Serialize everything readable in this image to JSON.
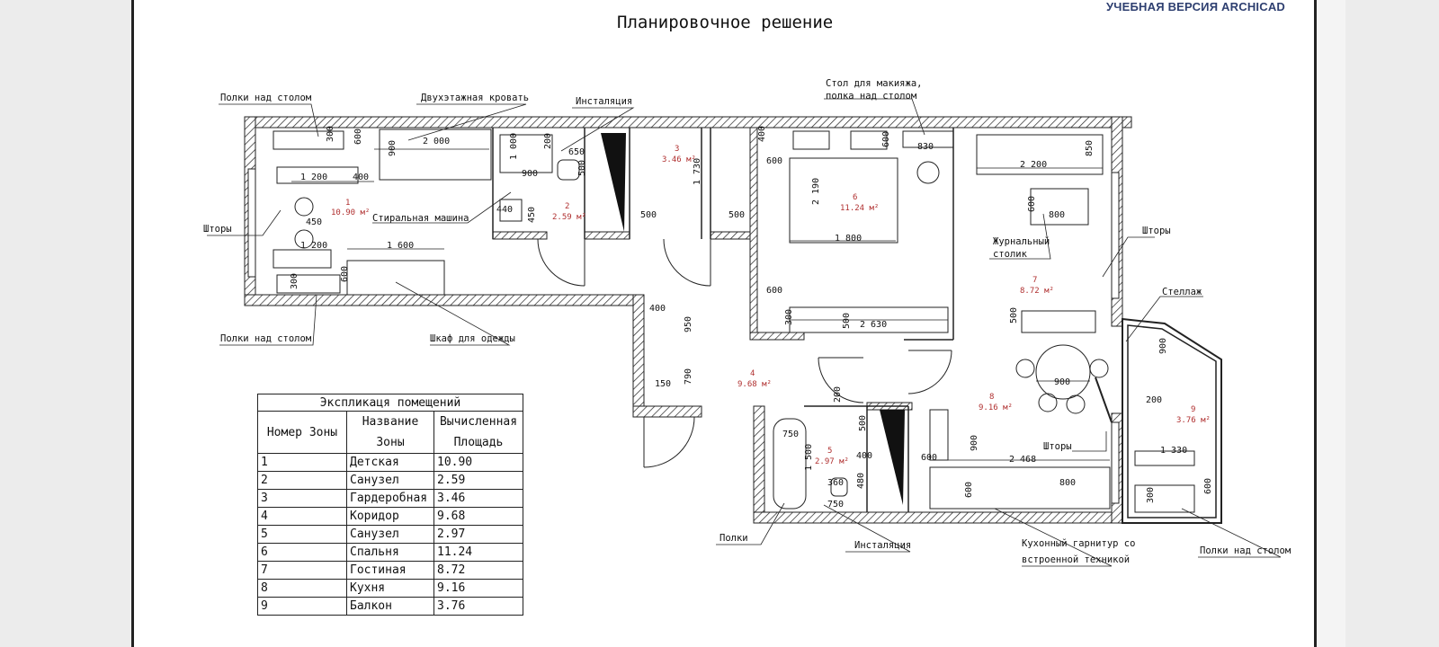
{
  "watermark": "УЧЕБНАЯ ВЕРСИЯ ARCHICAD",
  "title": "Планировочное решение",
  "rooms": [
    {
      "id": "1",
      "area": "10.90 м²"
    },
    {
      "id": "2",
      "area": "2.59 м²"
    },
    {
      "id": "3",
      "area": "3.46 м²"
    },
    {
      "id": "4",
      "area": "9.68 м²"
    },
    {
      "id": "5",
      "area": "2.97 м²"
    },
    {
      "id": "6",
      "area": "11.24 м²"
    },
    {
      "id": "7",
      "area": "8.72 м²"
    },
    {
      "id": "8",
      "area": "9.16 м²"
    },
    {
      "id": "9",
      "area": "3.76 м²"
    }
  ],
  "dimensions": [
    "300",
    "600",
    "900",
    "2 000",
    "650",
    "200",
    "1 000",
    "900",
    "500",
    "1 200",
    "400",
    "440",
    "450",
    "450",
    "1 200",
    "1 600",
    "300",
    "600",
    "500",
    "1 730",
    "500",
    "400",
    "600",
    "2 190",
    "830",
    "600",
    "850",
    "2 200",
    "600",
    "800",
    "1 800",
    "600",
    "300",
    "500",
    "2 630",
    "500",
    "400",
    "950",
    "150",
    "790",
    "900",
    "900",
    "200",
    "750",
    "500",
    "1 500",
    "400",
    "360",
    "480",
    "750",
    "600",
    "2 468",
    "800",
    "900",
    "600",
    "1 330",
    "300",
    "600",
    "200"
  ],
  "annotations": {
    "shelves_above_desk_1": "Полки над столом",
    "bunk_bed": "Двухэтажная кровать",
    "installation_1": "Инсталяция",
    "makeup_table": "Стол для макияжа,\nполка над столом",
    "curtains_1": "Шторы",
    "washing_machine": "Стиральная машина",
    "coffee_table": "Журнальный\nстолик",
    "curtains_2": "Шторы",
    "rack": "Стеллаж",
    "shelves_above_desk_2": "Полки над столом",
    "wardrobe": "Шкаф для одежды",
    "curtains_3": "Шторы",
    "shelves": "Полки",
    "installation_2": "Инсталяция",
    "kitchen_set": "Кухонный гарнитур со\nвстроенной техникой",
    "shelves_above_desk_3": "Полки над столом"
  },
  "legend": {
    "caption": "Экспликаця помещений",
    "headers": [
      "Номер Зоны",
      "Название\nЗоны",
      "Вычисленная\nПлощадь"
    ],
    "rows": [
      [
        "1",
        "Детская",
        "10.90"
      ],
      [
        "2",
        "Санузел",
        "2.59"
      ],
      [
        "3",
        "Гардеробная",
        "3.46"
      ],
      [
        "4",
        "Коридор",
        "9.68"
      ],
      [
        "5",
        "Санузел",
        "2.97"
      ],
      [
        "6",
        "Спальня",
        "11.24"
      ],
      [
        "7",
        "Гостиная",
        "8.72"
      ],
      [
        "8",
        "Кухня",
        "9.16"
      ],
      [
        "9",
        "Балкон",
        "3.76"
      ]
    ]
  },
  "colors": {
    "wall": "#222222",
    "room_label": "#b03030",
    "watermark": "#2e3f70"
  }
}
